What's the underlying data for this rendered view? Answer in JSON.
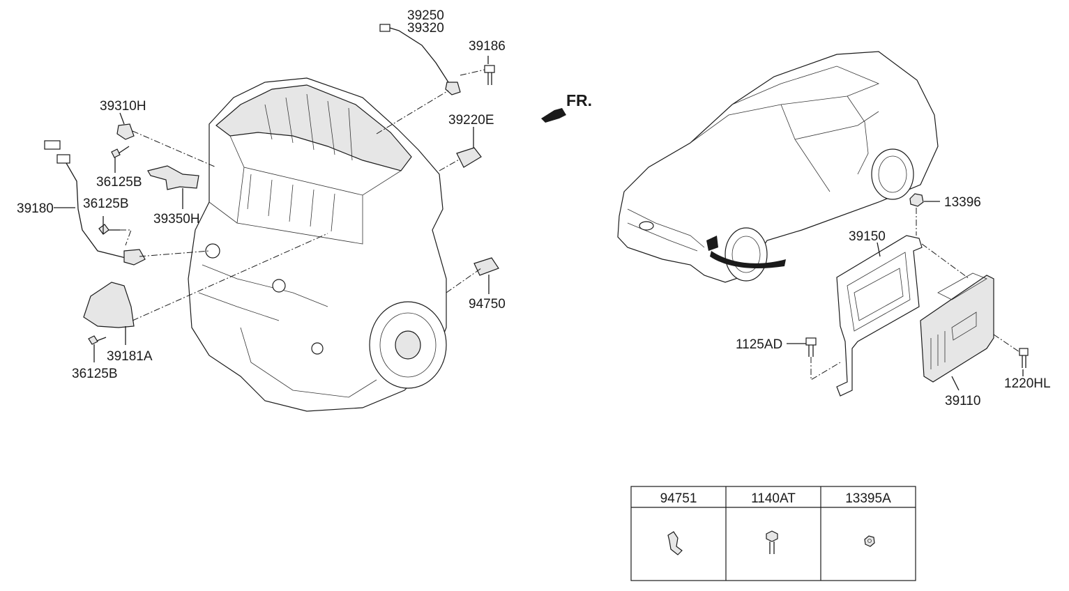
{
  "direction_label": "FR.",
  "callouts": {
    "p39250": "39250",
    "p39320": "39320",
    "p39186": "39186",
    "p39310H": "39310H",
    "p39220E": "39220E",
    "p36125B_top": "36125B",
    "p36125B_mid": "36125B",
    "p36125B_bot": "36125B",
    "p39180": "39180",
    "p39350H": "39350H",
    "p94750": "94750",
    "p39181A": "39181A",
    "p13396": "13396",
    "p39150": "39150",
    "p1125AD": "1125AD",
    "p1220HL": "1220HL",
    "p39110": "39110"
  },
  "parts_table": {
    "headers": [
      "94751",
      "1140AT",
      "13395A"
    ],
    "icons": [
      "bracket-clip-icon",
      "bolt-icon",
      "nut-icon"
    ]
  }
}
